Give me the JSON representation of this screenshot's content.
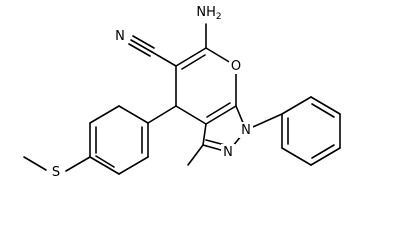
{
  "molecule": {
    "atom_labels": {
      "amino": "NH2",
      "nitrile_n": "N",
      "ring_o": "O",
      "sulfur": "S",
      "pyrazole_n2": "N",
      "pyrazole_n1": "N"
    },
    "colors": {
      "bond": "#000000",
      "text": "#000000",
      "background": "#ffffff"
    }
  }
}
